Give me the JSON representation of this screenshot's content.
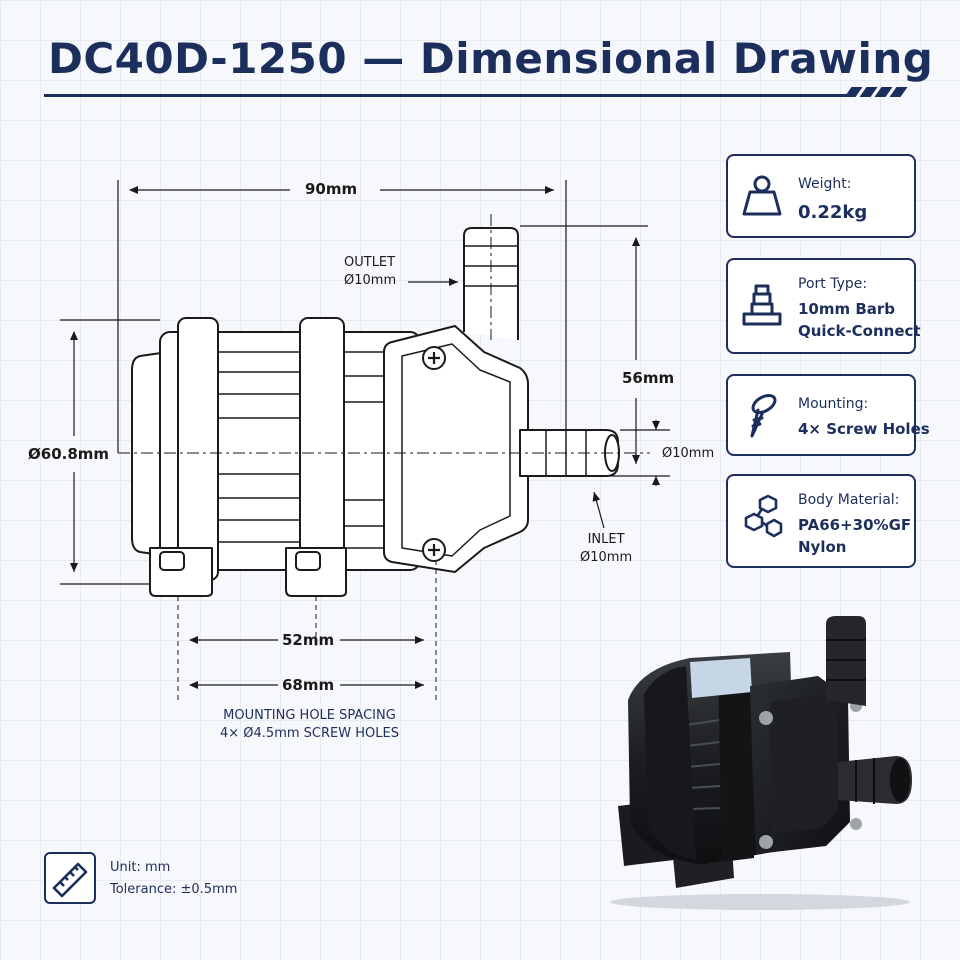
{
  "title": "DC40D-1250 — Dimensional Drawing",
  "dimensions": {
    "overall_length": "90mm",
    "height": "56mm",
    "diameter": "Ø60.8mm",
    "port_diameter": "Ø10mm",
    "hole_spacing_inner": "52mm",
    "hole_spacing_outer": "68mm"
  },
  "outlet": {
    "line1": "OUTLET",
    "line2": "Ø10mm"
  },
  "inlet": {
    "line1": "INLET",
    "line2": "Ø10mm"
  },
  "mounting_note": {
    "line1": "MOUNTING HOLE SPACING",
    "line2": "4× Ø4.5mm SCREW HOLES"
  },
  "specs": [
    {
      "label": "Weight:",
      "value_lines": [
        "0.22kg"
      ],
      "icon": "weight-icon"
    },
    {
      "label": "Port Type:",
      "value_lines": [
        "10mm Barb",
        "Quick-Connect"
      ],
      "icon": "barb-fitting-icon"
    },
    {
      "label": "Mounting:",
      "value_lines": [
        "4× Screw Holes"
      ],
      "icon": "screw-icon"
    },
    {
      "label": "Body Material:",
      "value_lines": [
        "PA66+30%GF",
        "Nylon"
      ],
      "icon": "molecule-icon"
    }
  ],
  "footer": {
    "unit": "Unit: mm",
    "tolerance": "Tolerance: ±0.5mm",
    "icon": "ruler-icon"
  },
  "colors": {
    "navy": "#1c2e5c",
    "line": "#1a1a1a",
    "background": "#f6f8fb"
  }
}
